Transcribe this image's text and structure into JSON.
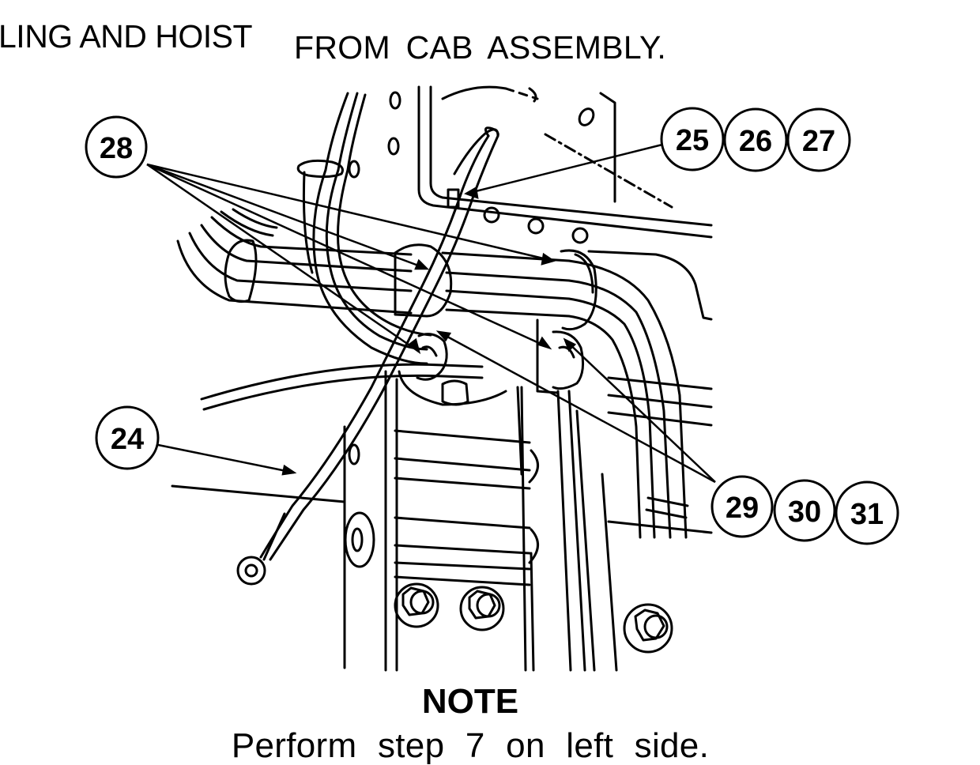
{
  "header": {
    "left_text": "LING AND HOIST",
    "right_text": "FROM CAB ASSEMBLY."
  },
  "figure": {
    "callouts": {
      "c24": "24",
      "c25": "25",
      "c26": "26",
      "c27": "27",
      "c28": "28",
      "c29": "29",
      "c30": "30",
      "c31": "31"
    }
  },
  "note": {
    "title": "NOTE",
    "body": "Perform step 7 on left side."
  }
}
